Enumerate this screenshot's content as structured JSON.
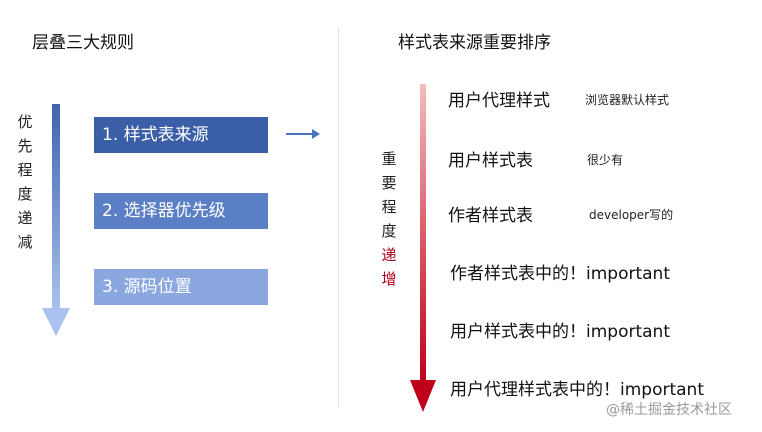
{
  "left_panel": {
    "title": "层叠三大规则",
    "priority_axis": {
      "chars": [
        "优",
        "先",
        "程",
        "度",
        "递",
        "减"
      ]
    },
    "rules": [
      {
        "label": "1. 样式表来源"
      },
      {
        "label": "2. 选择器优先级"
      },
      {
        "label": "3. 源码位置"
      }
    ],
    "arrow_target": "rule-1-to-right"
  },
  "right_panel": {
    "title": "样式表来源重要排序",
    "importance_axis": {
      "chars": [
        "重",
        "要",
        "程",
        "度"
      ],
      "highlight_chars": [
        "递",
        "增"
      ]
    },
    "items": [
      {
        "label": "用户代理样式",
        "note": "浏览器默认样式"
      },
      {
        "label": "用户样式表",
        "note": "很少有"
      },
      {
        "label": "作者样式表",
        "note": "developer写的"
      },
      {
        "label": "作者样式表中的！important",
        "note": ""
      },
      {
        "label": "用户样式表中的！important",
        "note": ""
      },
      {
        "label": "用户代理样式表中的！important",
        "note": ""
      }
    ]
  },
  "watermark": "@稀土掘金技术社区",
  "colors": {
    "rule1": "#3a5fa6",
    "rule2": "#5b7fc4",
    "rule3": "#8aa8df",
    "left_arrow_top": "#3f64ad",
    "left_arrow_bottom": "#a9c2ee",
    "right_arrow_top": "#f2bcbc",
    "right_arrow_bottom": "#c0001a",
    "highlight": "#b3001b"
  }
}
